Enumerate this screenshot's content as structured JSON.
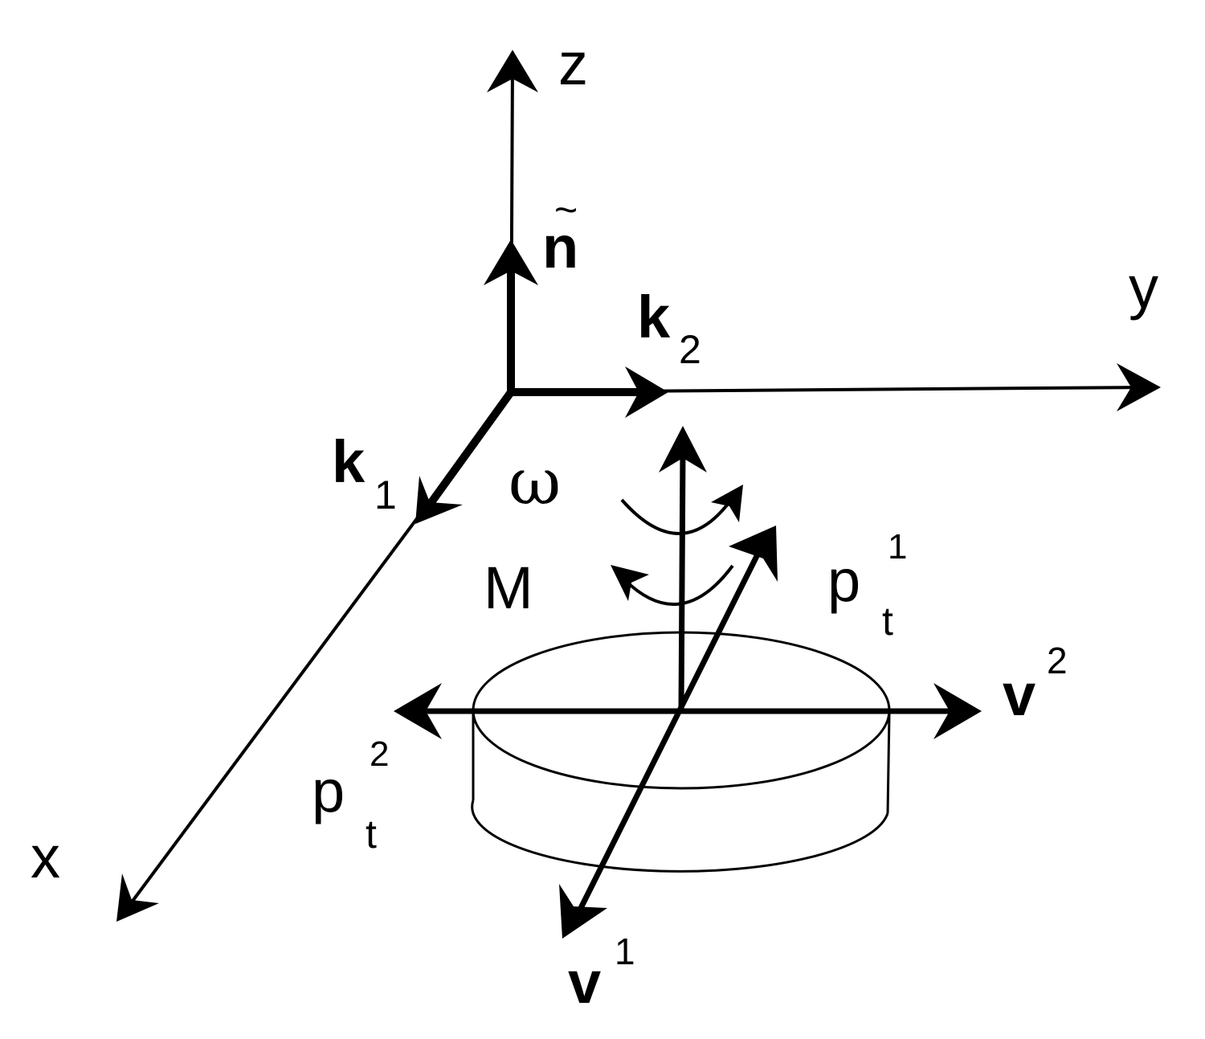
{
  "diagram": {
    "axes": {
      "z": "z",
      "y": "y",
      "x": "x"
    },
    "vectors": {
      "n": "n",
      "n_accent": "~",
      "k2": "k",
      "k2_sub": "2",
      "k1": "k",
      "k1_sub": "1"
    },
    "body": {
      "omega": "ω",
      "mass": "M",
      "pt1": "p",
      "pt1_sub": "t",
      "pt1_sup": "1",
      "pt2": "p",
      "pt2_sub": "t",
      "pt2_sup": "2",
      "v1": "v",
      "v1_sup": "1",
      "v2": "v",
      "v2_sup": "2"
    },
    "colors": {
      "ink": "#000000",
      "background": "#ffffff"
    }
  }
}
